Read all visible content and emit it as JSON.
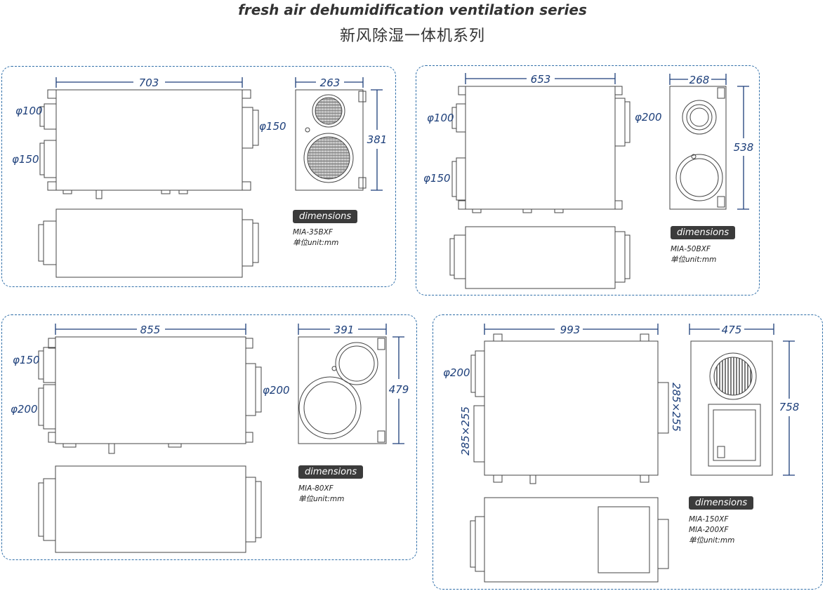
{
  "header": {
    "title_en": "fresh air dehumidification ventilation series",
    "title_zh": "新风除湿一体机系列"
  },
  "panels": [
    {
      "dims": {
        "width": "703",
        "side_width": "263",
        "side_height": "381"
      },
      "ports": {
        "left_top": "φ100",
        "left_bottom": "φ150",
        "right": "φ150"
      },
      "badge": "dimensions",
      "models": [
        "MIA-35BXF"
      ],
      "unit": "单位unit:mm"
    },
    {
      "dims": {
        "width": "653",
        "side_width": "268",
        "side_height": "538"
      },
      "ports": {
        "left_top": "φ100",
        "left_bottom": "φ150",
        "right": "φ200"
      },
      "badge": "dimensions",
      "models": [
        "MIA-50BXF"
      ],
      "unit": "单位unit:mm"
    },
    {
      "dims": {
        "width": "855",
        "side_width": "391",
        "side_height": "479"
      },
      "ports": {
        "left_top": "φ150",
        "left_bottom": "φ200",
        "right": "φ200"
      },
      "badge": "dimensions",
      "models": [
        "MIA-80XF"
      ],
      "unit": "单位unit:mm"
    },
    {
      "dims": {
        "width": "993",
        "side_width": "475",
        "side_height": "758",
        "duct_left": "285×255",
        "duct_right": "285×255"
      },
      "ports": {
        "left_top": "φ200"
      },
      "badge": "dimensions",
      "models": [
        "MIA-150XF",
        "MIA-200XF"
      ],
      "unit": "单位unit:mm"
    }
  ]
}
